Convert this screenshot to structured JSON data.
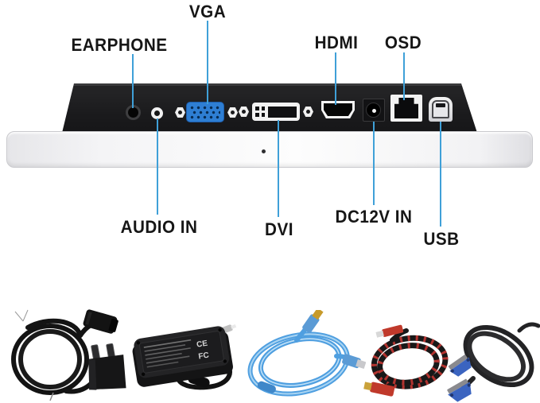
{
  "port_labels": {
    "earphone": "EARPHONE",
    "vga": "VGA",
    "hdmi": "HDMI",
    "osd": "OSD",
    "audio_in": "AUDIO IN",
    "dvi": "DVI",
    "dc12v_in": "DC12V IN",
    "usb": "USB"
  },
  "colors": {
    "leader_line": "#3fa0d8",
    "vga_port_blue": "#2e7ed3",
    "panel_black": "#1b1b1d"
  },
  "accessory_marks": {
    "ce": "CE",
    "fc": "FC"
  }
}
